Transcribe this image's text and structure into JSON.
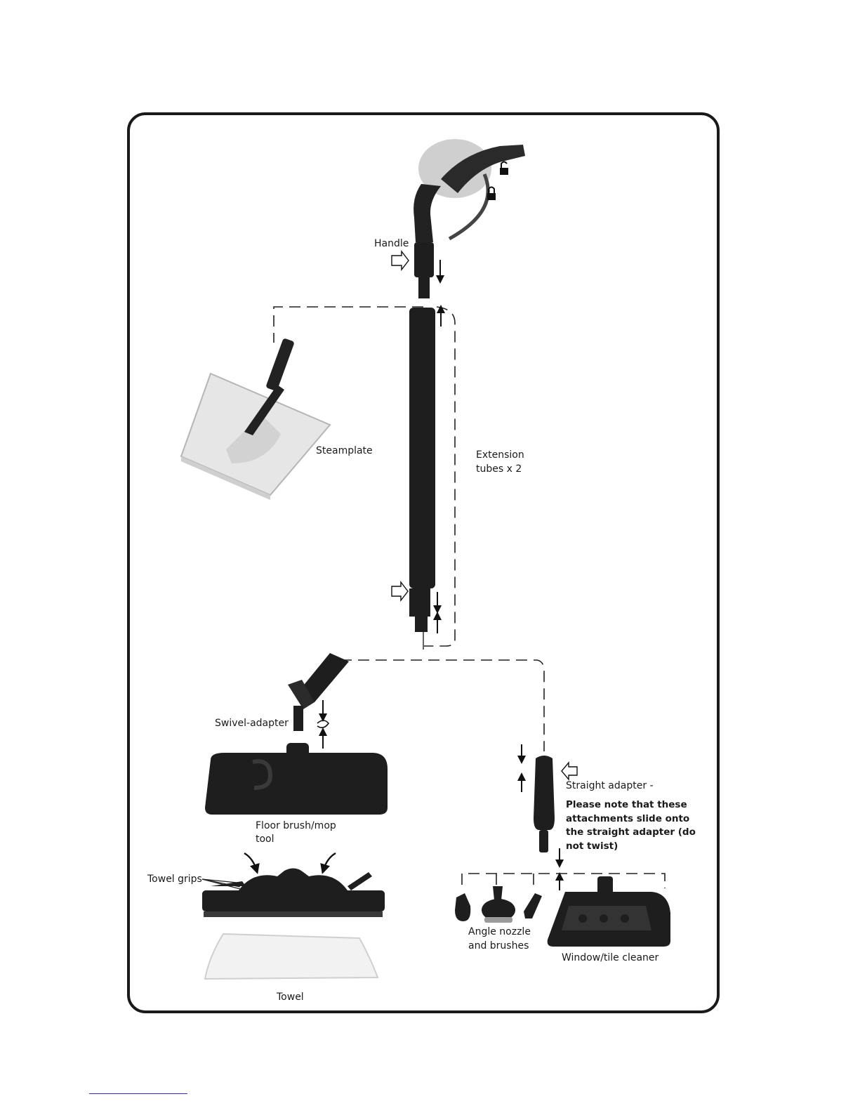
{
  "labels": {
    "handle": "Handle",
    "steamplate": "Steamplate",
    "extension_line1": "Extension",
    "extension_line2": "tubes x 2",
    "swivel_adapter": "Swivel-adapter",
    "floor_brush_line1": "Floor brush/mop",
    "floor_brush_line2": "tool",
    "towel_grips": "Towel grips",
    "towel": "Towel",
    "straight_adapter": "Straight adapter -",
    "note": "Please note that these attachments slide onto the straight adapter (do not twist)",
    "angle_nozzle_line1": "Angle nozzle",
    "angle_nozzle_line2": "and brushes",
    "window_tile": "Window/tile cleaner"
  },
  "icons": [
    "lock-open-icon",
    "lock-closed-icon",
    "push-button-arrow-icon",
    "direction-arrow-icon",
    "rotate-icon"
  ],
  "colors": {
    "part": "#1e1e1e",
    "frame": "#1a1a1a",
    "plate": "#e6e6e6",
    "towel": "#f2f2f2",
    "link_rule": "#2b2bd8"
  }
}
